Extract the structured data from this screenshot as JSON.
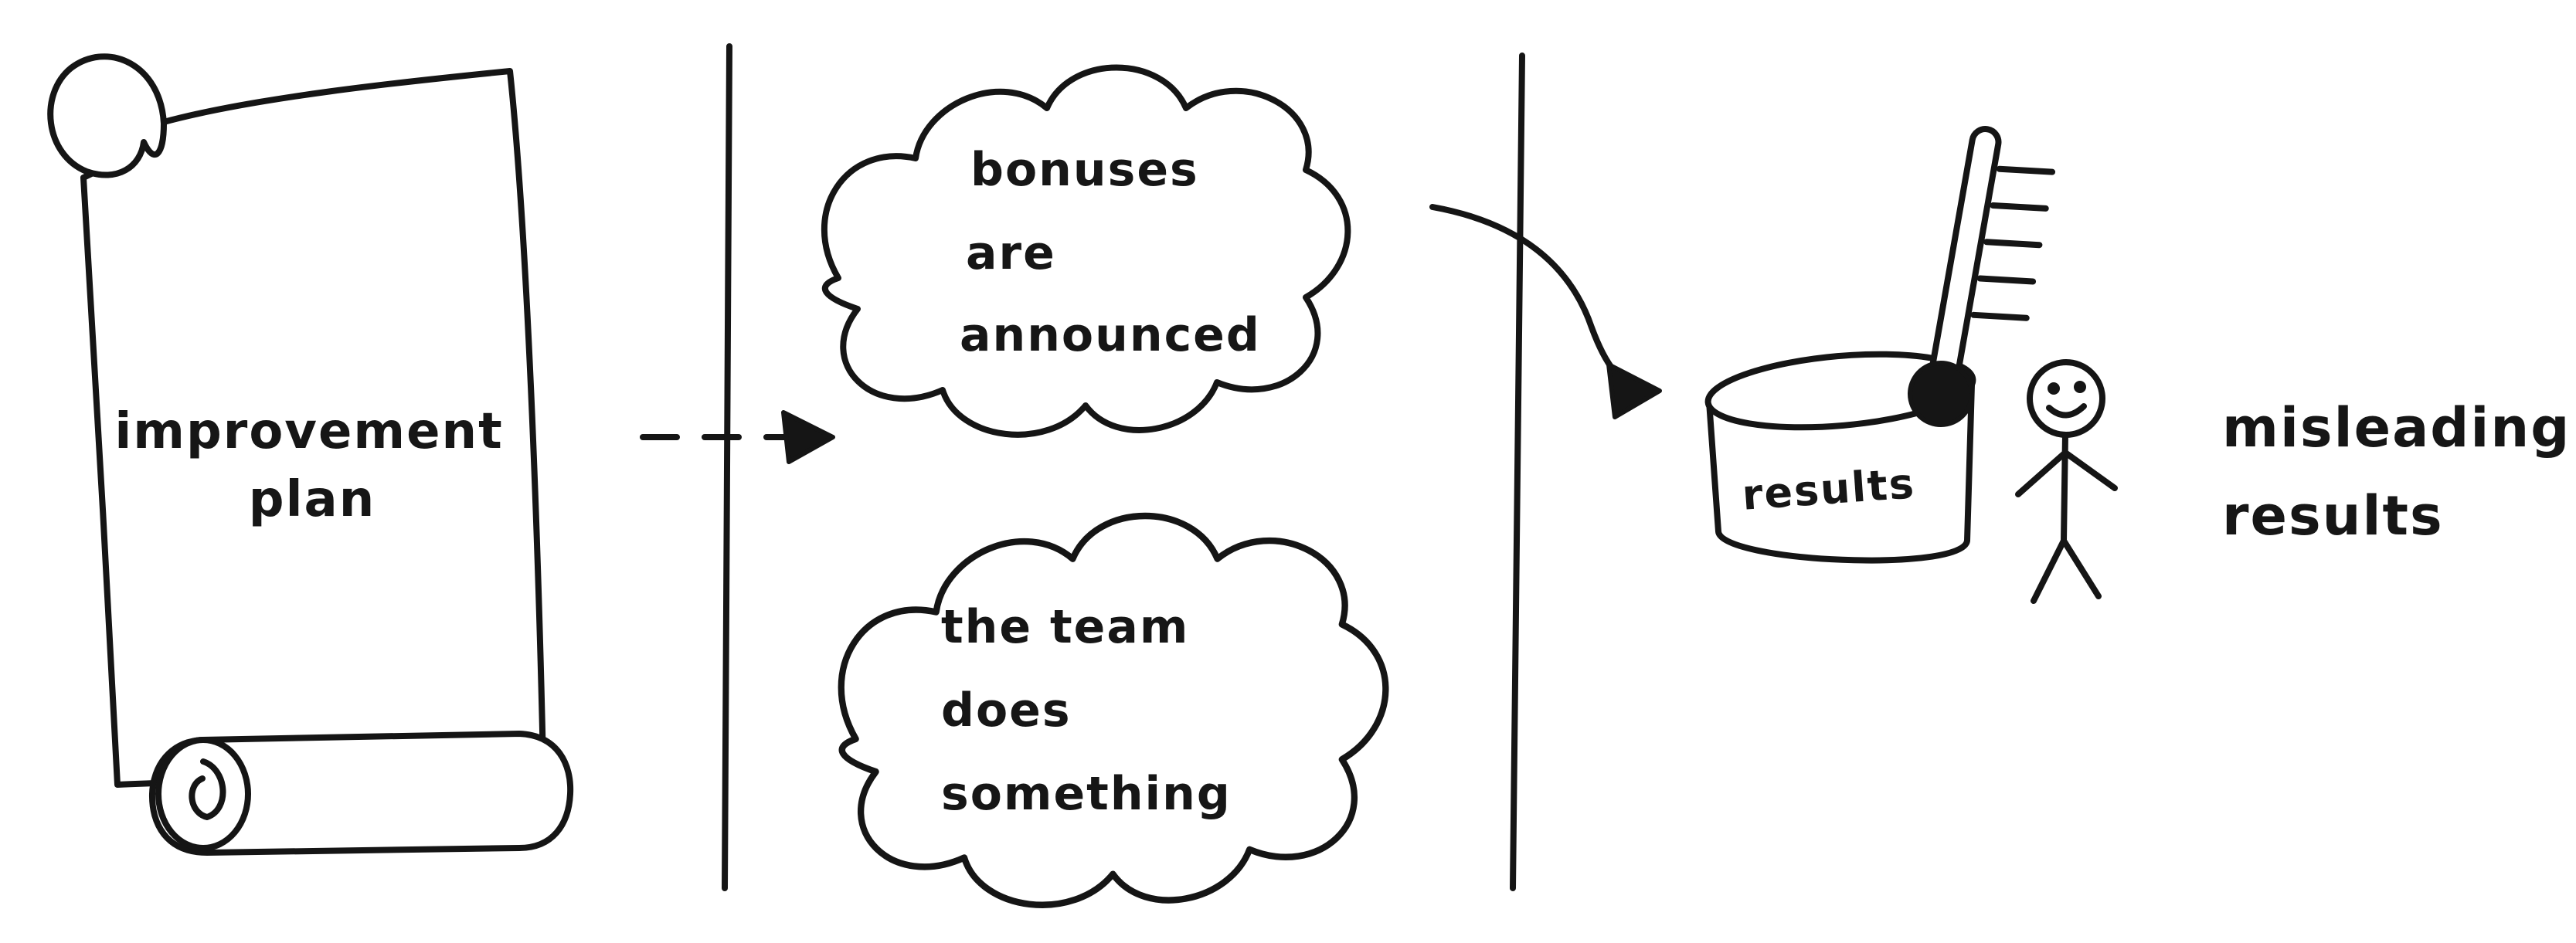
{
  "colors": {
    "ink": "#151515",
    "paper": "#ffffff"
  },
  "scroll": {
    "line1": "improvement",
    "line2": "plan"
  },
  "cloud_top": {
    "line1": "bonuses",
    "line2": "are",
    "line3": "announced"
  },
  "cloud_bottom": {
    "line1": "the team",
    "line2": "does",
    "line3": "something"
  },
  "can": {
    "label": "results"
  },
  "caption": {
    "line1": "misleading",
    "line2": "results"
  }
}
